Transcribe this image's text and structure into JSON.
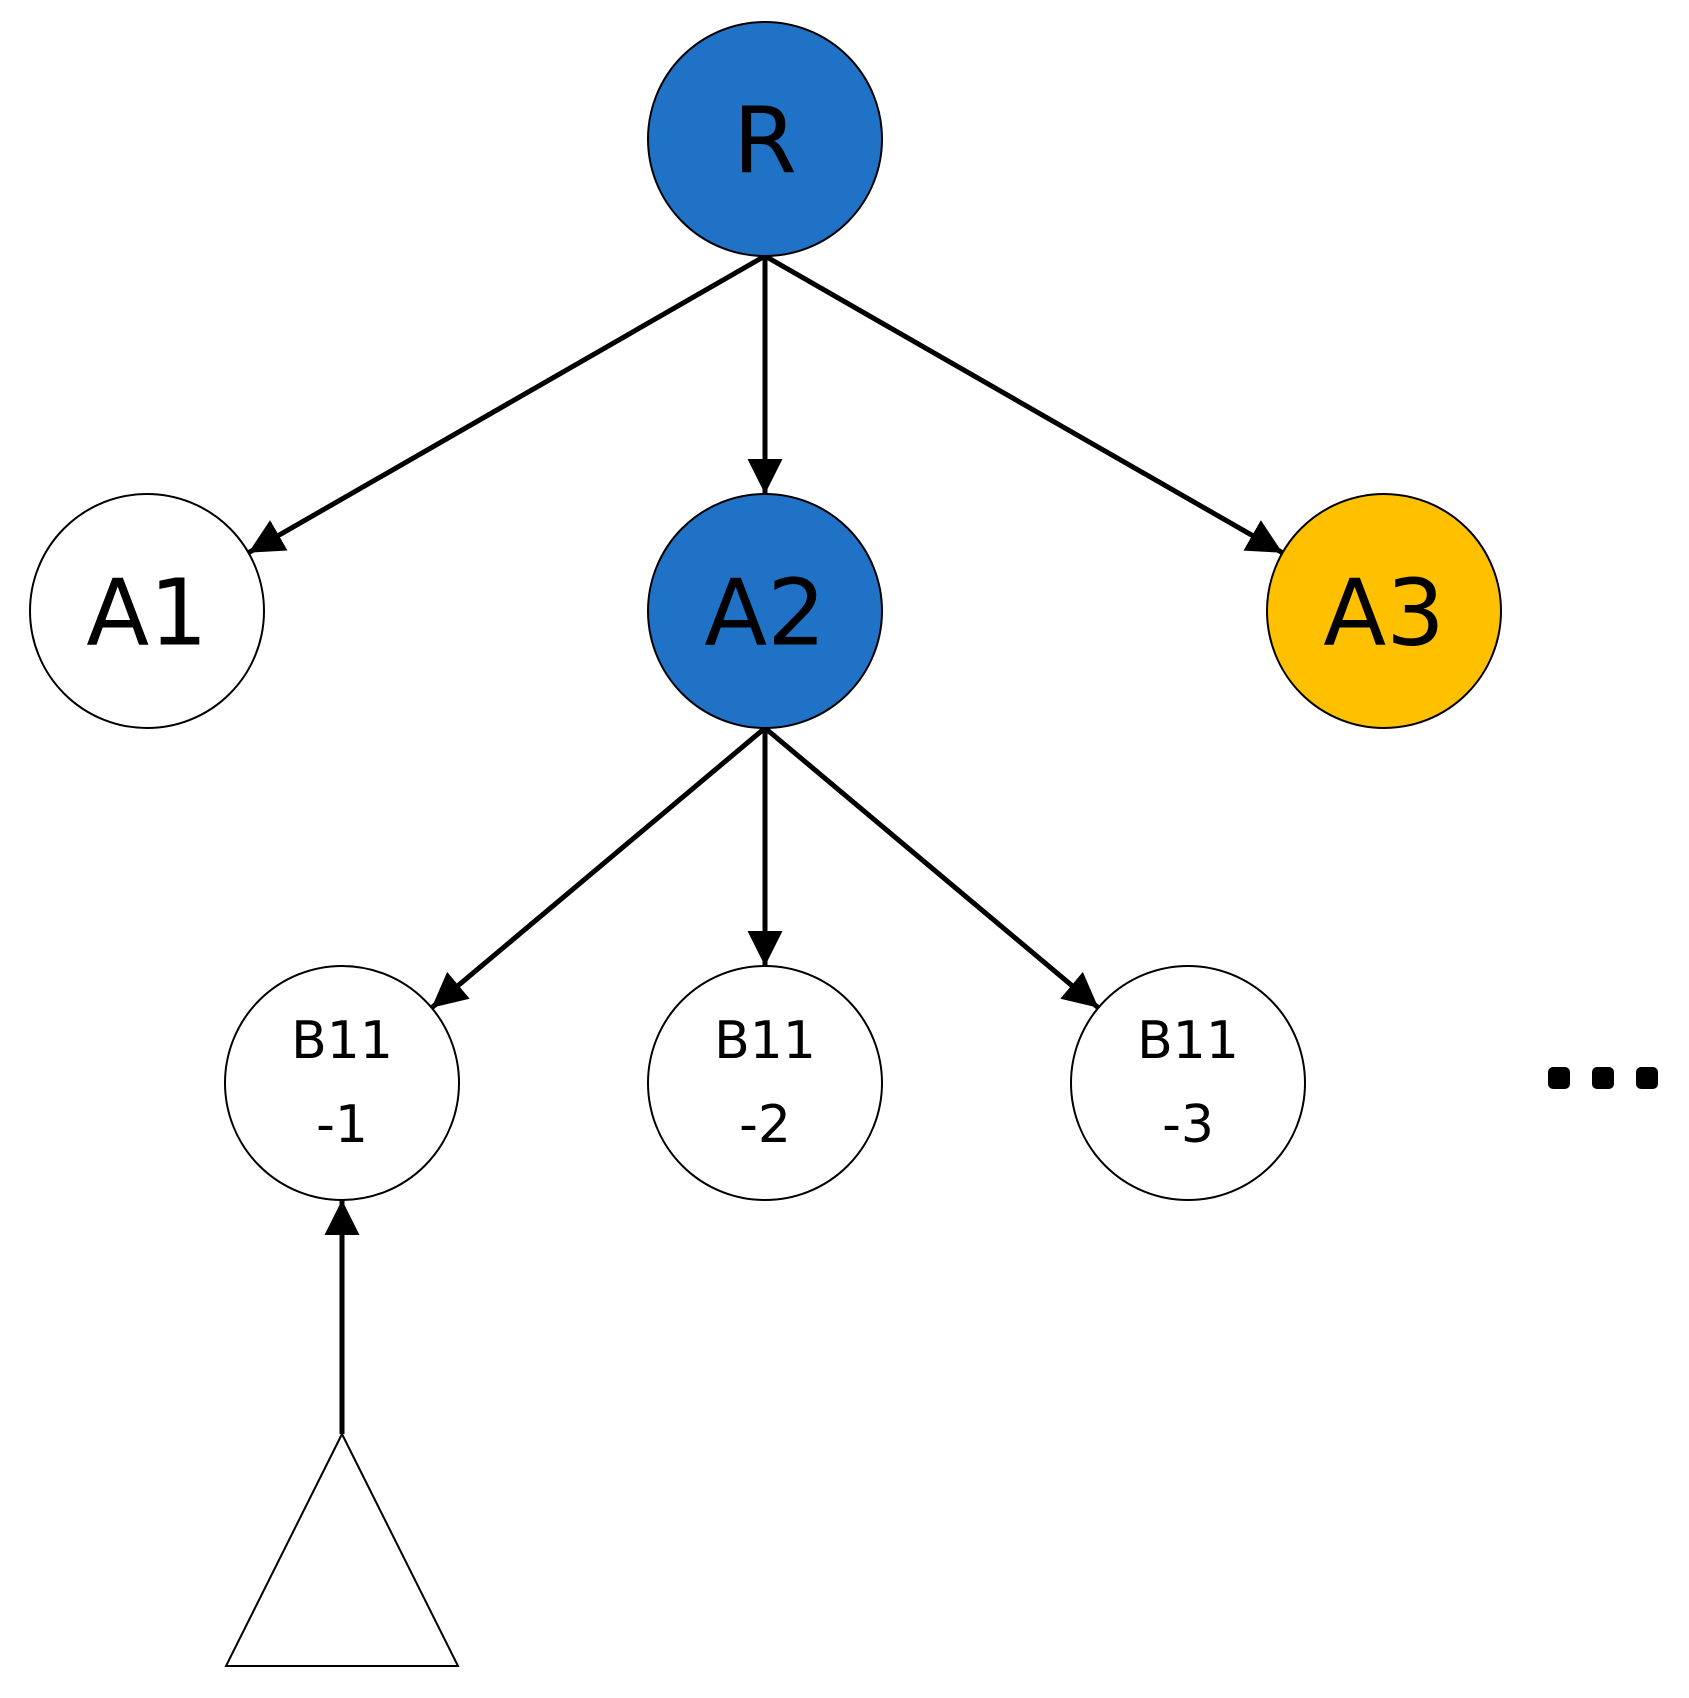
{
  "colors": {
    "blue": "#2072c6",
    "yellow": "#ffc000",
    "white": "#ffffff",
    "stroke": "#000000"
  },
  "nodes": {
    "R": {
      "label": [
        "R"
      ],
      "fill": "blue"
    },
    "A1": {
      "label": [
        "A1"
      ],
      "fill": "white"
    },
    "A2": {
      "label": [
        "A2"
      ],
      "fill": "blue"
    },
    "A3": {
      "label": [
        "A3"
      ],
      "fill": "yellow"
    },
    "B11_1": {
      "label": [
        "B11",
        "-1"
      ],
      "fill": "white"
    },
    "B11_2": {
      "label": [
        "B11",
        "-2"
      ],
      "fill": "white"
    },
    "B11_3": {
      "label": [
        "B11",
        "-3"
      ],
      "fill": "white"
    }
  },
  "edges": [
    {
      "from": "R",
      "to": "A1"
    },
    {
      "from": "R",
      "to": "A2"
    },
    {
      "from": "R",
      "to": "A3"
    },
    {
      "from": "A2",
      "to": "B11_1"
    },
    {
      "from": "A2",
      "to": "B11_2"
    },
    {
      "from": "A2",
      "to": "B11_3"
    },
    {
      "from": "subtree",
      "to": "B11_1"
    }
  ],
  "subtree": {
    "shape": "triangle-outline"
  },
  "continuation": {
    "shape": "ellipsis",
    "count": 3
  }
}
